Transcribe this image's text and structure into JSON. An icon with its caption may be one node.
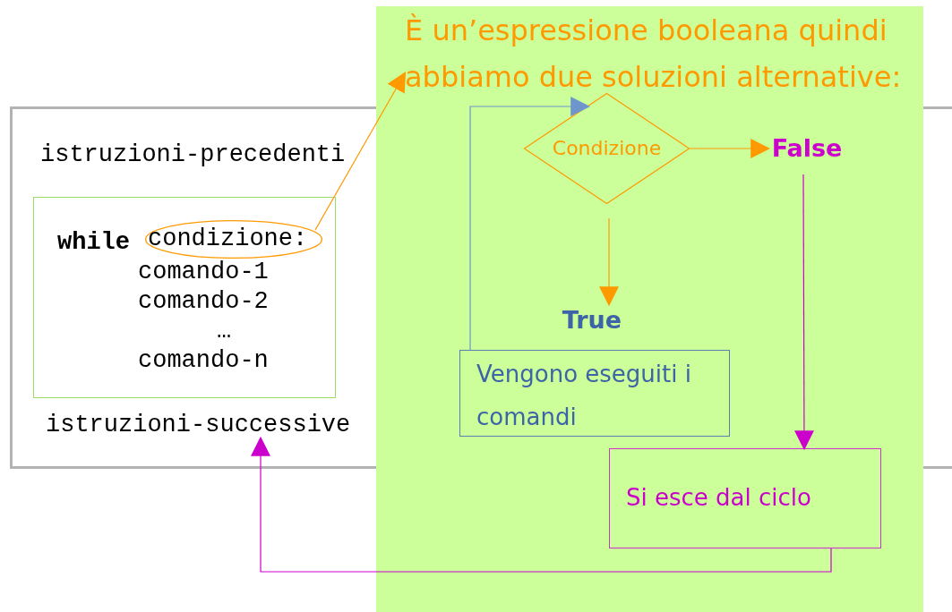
{
  "diagram": {
    "nodes": [
      {
        "text": [],
        "shape": "box"
      },
      {
        "text": [
          "istruzioni-precedenti"
        ],
        "in": 0
      },
      {
        "text": [
          "while",
          "comando-1",
          "comando-2",
          "…",
          "comando-n"
        ],
        "in": 0
      },
      {
        "text": [
          "condizione:"
        ],
        "in": 2
      },
      {
        "text": [
          "istruzioni-successive"
        ],
        "in": 0
      },
      {
        "text": [],
        "shape": "box"
      },
      {
        "text": [
          "È un’espressione booleana quindi abbiamo due soluzioni alternative:"
        ],
        "in": 5
      },
      {
        "text": [
          "Condizione"
        ],
        "in": 5
      },
      {
        "text": [
          "False"
        ],
        "in": 5
      },
      {
        "text": [
          "True"
        ],
        "in": 5
      },
      {
        "text": [
          "Vengono eseguiti i comandi"
        ],
        "in": 5
      },
      {
        "text": [
          "Si esce dal ciclo"
        ],
        "in": 5
      }
    ],
    "edges": [
      {
        "from": 3,
        "to": 6,
        "arrow": "to"
      },
      {
        "from": 7,
        "to": 8,
        "arrow": "to"
      },
      {
        "from": 7,
        "to": 9,
        "arrow": "to"
      },
      {
        "from": 10,
        "to": 7,
        "arrow": "to",
        "color": "#6e96cc"
      },
      {
        "from": 8,
        "to": 11,
        "arrow": "to",
        "color": "#cc00cc"
      },
      {
        "from": 11,
        "to": 4,
        "arrow": "to",
        "color": "#cc00cc"
      }
    ]
  }
}
